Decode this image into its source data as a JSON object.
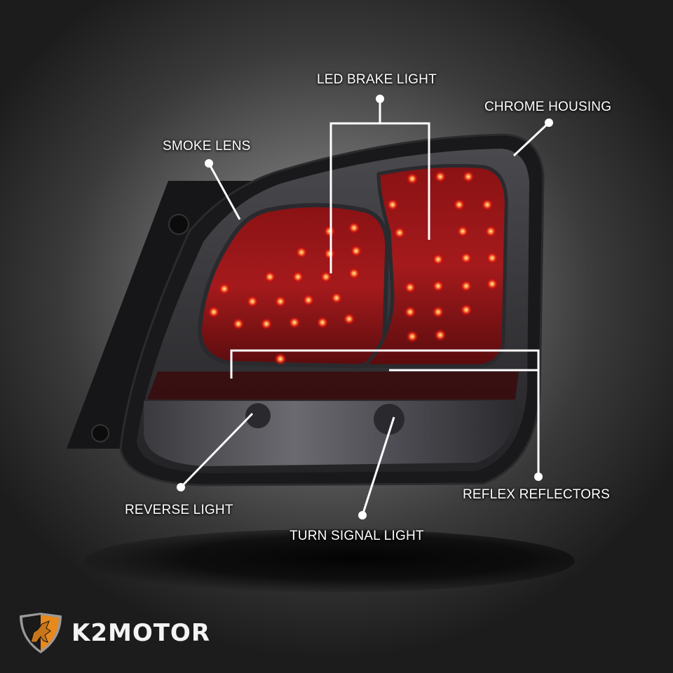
{
  "callouts": {
    "led_brake_light": "LED BRAKE LIGHT",
    "chrome_housing": "CHROME HOUSING",
    "smoke_lens": "SMOKE LENS",
    "reflex_reflectors": "REFLEX REFLECTORS",
    "reverse_light": "REVERSE LIGHT",
    "turn_signal_light": "TURN SIGNAL LIGHT"
  },
  "brand": {
    "name": "K2MOTOR",
    "shield_colors": [
      "#e8891e",
      "#1a1a1a"
    ]
  },
  "colors": {
    "led_red": "#d21a1a",
    "led_core": "#ffd36a",
    "housing": "#1e1e20",
    "smoke_lens": "#3c3c40",
    "callout_line": "#ffffff"
  },
  "icons": {
    "brand_logo": "shield-griffin-icon"
  }
}
